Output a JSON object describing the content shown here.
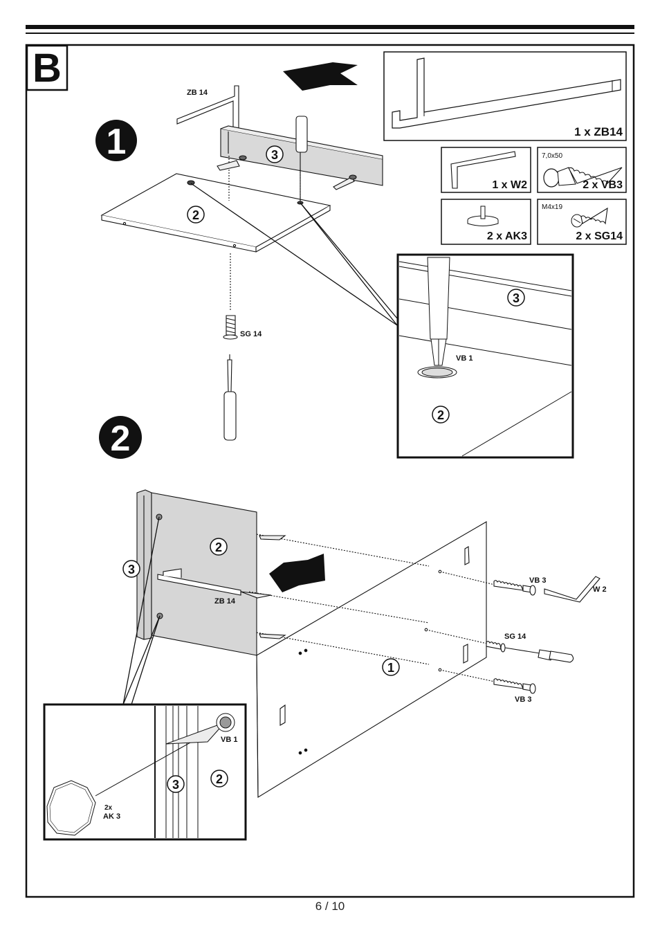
{
  "section_letter": "B",
  "steps": {
    "step1": "1",
    "step2": "2"
  },
  "parts": {
    "zb14": {
      "qty_label": "1 x ZB14"
    },
    "w2": {
      "qty_label": "1 x W2"
    },
    "vb3": {
      "qty_label": "2 x VB3",
      "size": "7,0x50"
    },
    "ak3": {
      "qty_label": "2 x AK3"
    },
    "sg14": {
      "qty_label": "2 x SG14",
      "size": "M4x19"
    }
  },
  "callouts": {
    "zb14_top": "ZB 14",
    "sg14_top": "SG 14",
    "vb1_detail": "VB 1",
    "zb14_bottom": "ZB 14",
    "vb3_upper": "VB 3",
    "w2": "W 2",
    "sg14_bottom": "SG 14",
    "vb3_lower": "VB 3",
    "vb1_detail2": "VB 1",
    "ak3_count": "2x",
    "ak3_label": "AK 3"
  },
  "part_numbers": {
    "p3_top": "3",
    "p2_top": "2",
    "p3_detail": "3",
    "p2_detail": "2",
    "p2_panel": "2",
    "p3_side": "3",
    "p1_front": "1",
    "p3_detail2": "3",
    "p2_detail2": "2"
  },
  "page_number": "6 / 10"
}
